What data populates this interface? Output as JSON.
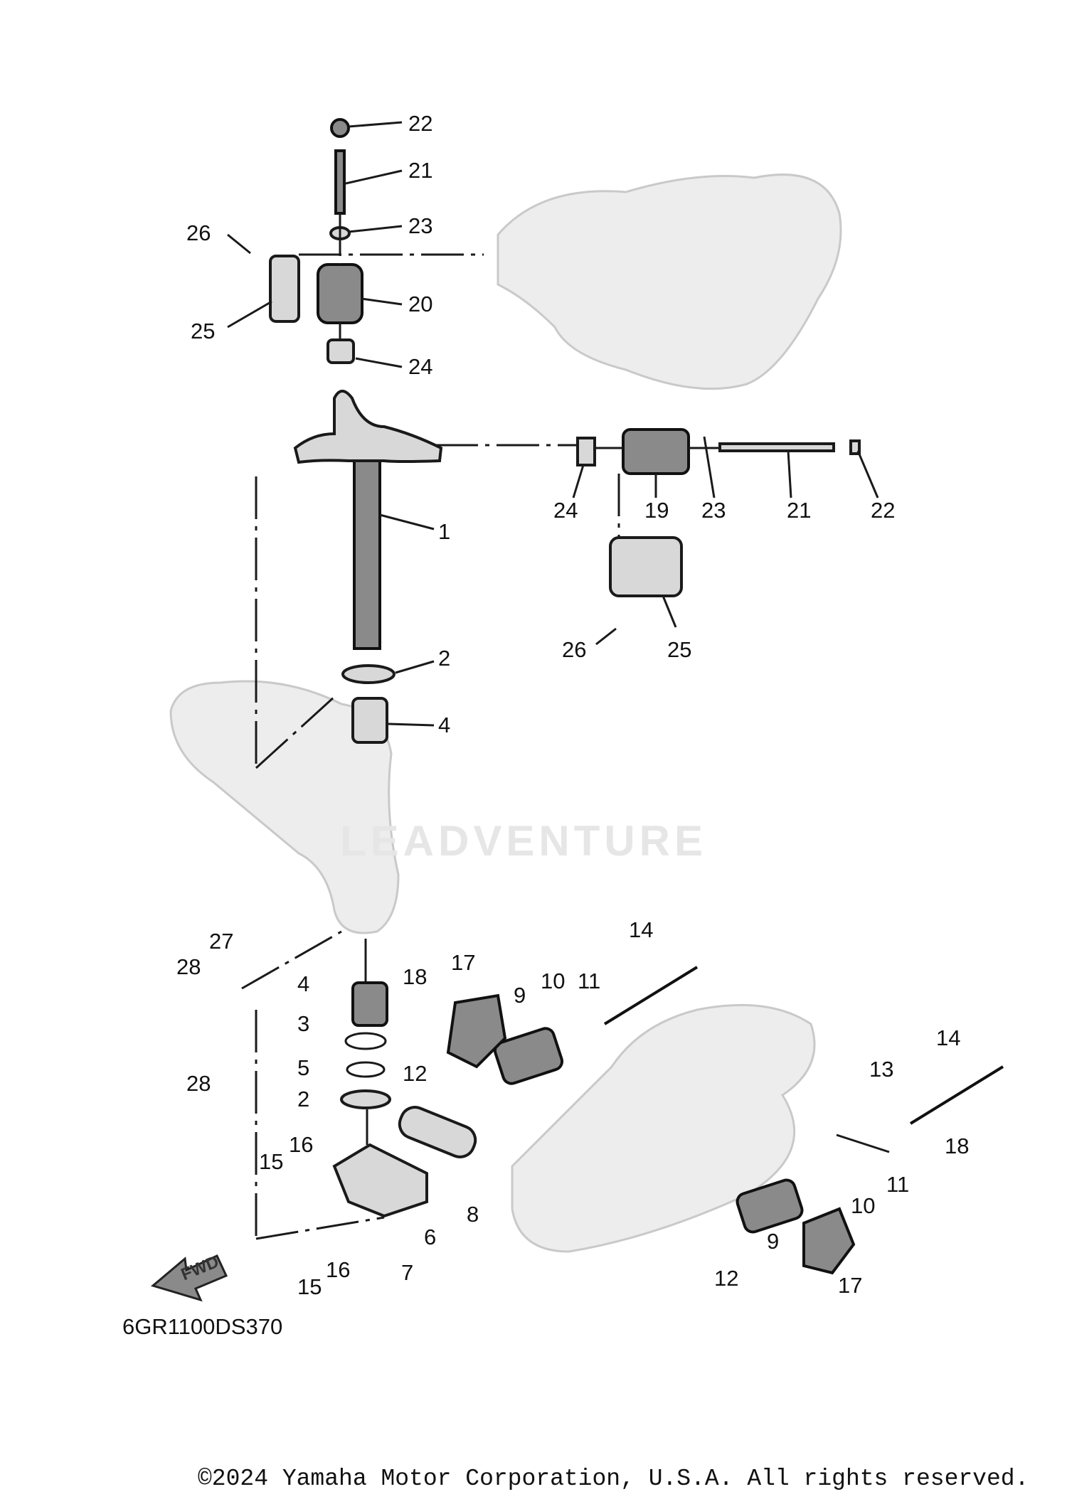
{
  "diagram": {
    "code": "6GR1100DS370",
    "watermark": "LEADVENTURE",
    "fwd_label": "FWD",
    "copyright": "©2024 Yamaha Motor Corporation, U.S.A. All rights reserved."
  },
  "callouts": [
    "22",
    "21",
    "23",
    "26",
    "20",
    "25",
    "24",
    "24",
    "19",
    "23",
    "21",
    "22",
    "1",
    "26",
    "25",
    "2",
    "4",
    "27",
    "28",
    "14",
    "17",
    "18",
    "11",
    "10",
    "9",
    "4",
    "28",
    "3",
    "5",
    "12",
    "2",
    "14",
    "13",
    "18",
    "16",
    "15",
    "11",
    "10",
    "8",
    "6",
    "9",
    "12",
    "16",
    "15",
    "7",
    "17"
  ]
}
